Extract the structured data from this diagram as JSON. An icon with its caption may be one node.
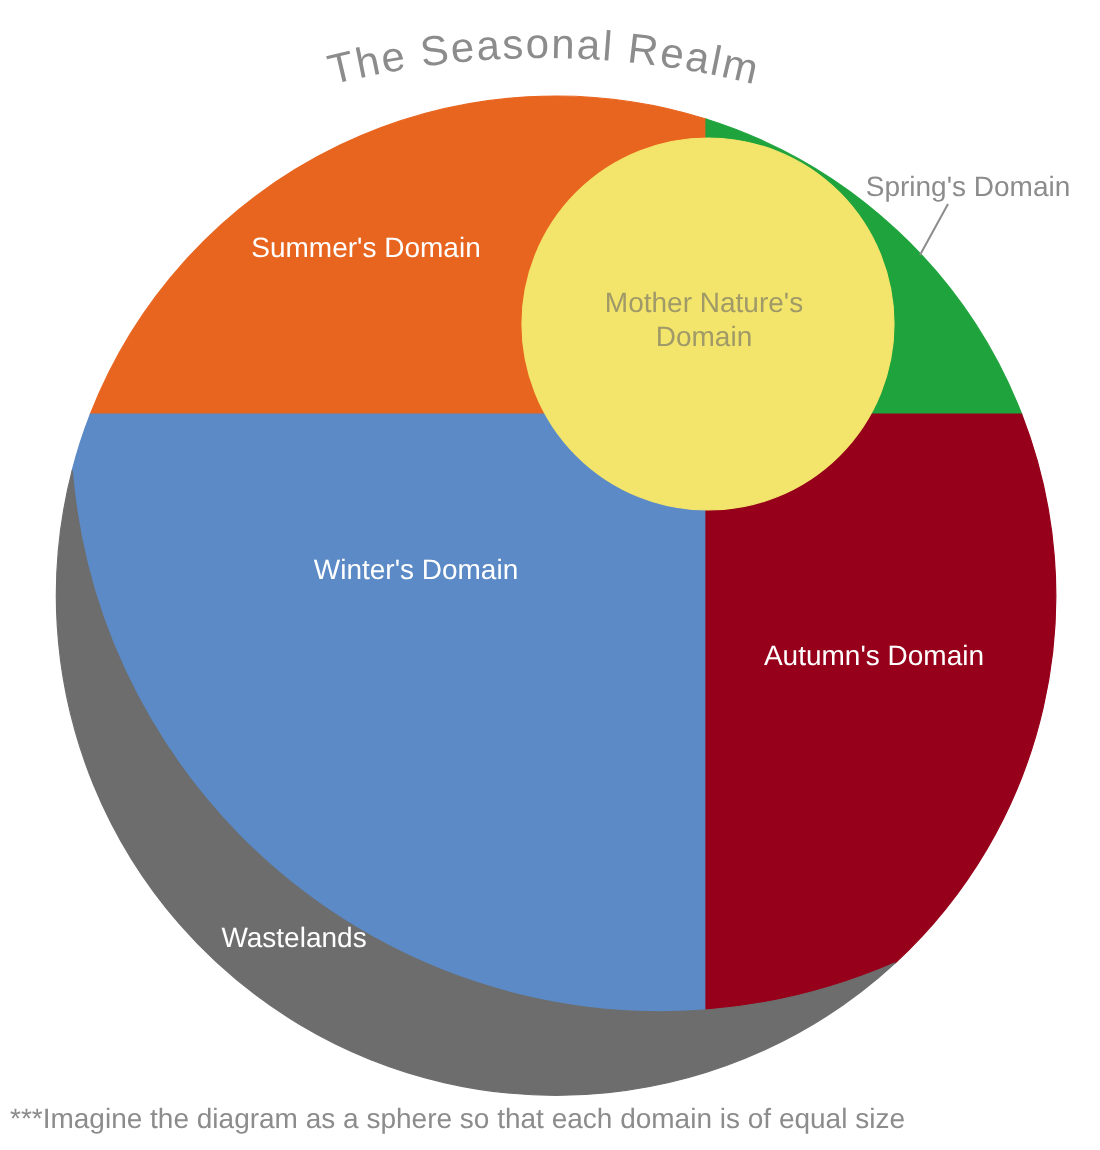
{
  "diagram": {
    "title": "The Seasonal Realm",
    "caption": "***Imagine the diagram as a sphere so that each domain is of equal size",
    "nodes": [
      {
        "text": [
          "Summer's Domain"
        ]
      },
      {
        "text": [
          "Mother Nature's Domain"
        ]
      },
      {
        "text": [
          "Spring's Domain"
        ]
      },
      {
        "text": [],
        "shape": "wedge"
      },
      {
        "text": [
          "Winter's Domain"
        ]
      },
      {
        "text": [
          "Autumn's Domain"
        ]
      },
      {
        "text": [
          "Wastelands"
        ]
      }
    ],
    "edges": [
      {
        "from": 2,
        "to": 3,
        "arrow": "none"
      }
    ]
  }
}
